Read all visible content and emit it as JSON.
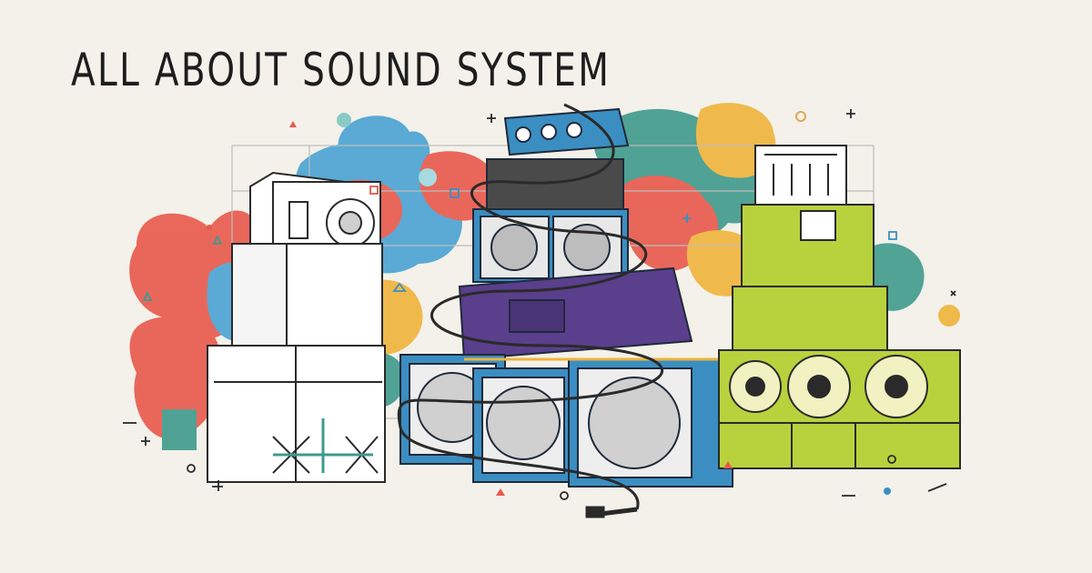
{
  "title": "ALL ABOUT SOUND SYSTEM",
  "colors": {
    "background": "#f3f1ea",
    "red": "#e8594b",
    "blue": "#4aa3d3",
    "yellow": "#f0b43a",
    "teal": "#3f9a8c",
    "green": "#b8d23d",
    "purple": "#5a3f8c",
    "speaker_blue": "#3b8ec2"
  },
  "icons": [
    "speaker-stack-white",
    "speaker-stack-blue-purple",
    "speaker-stack-green",
    "audio-cable-jack",
    "paint-splash-background"
  ]
}
